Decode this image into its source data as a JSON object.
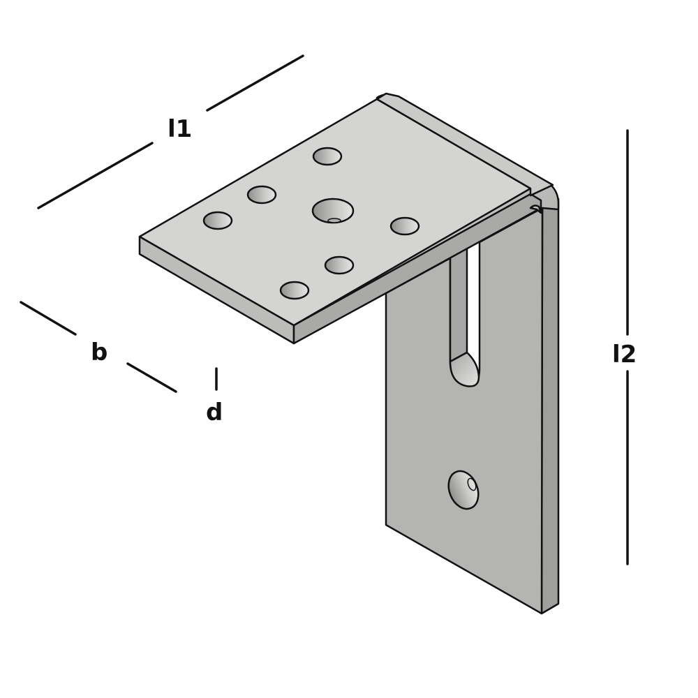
{
  "diagram": {
    "title": "Angle bracket dimension drawing",
    "type": "isometric technical drawing",
    "colors": {
      "background": "#ffffff",
      "top_face": "#d4d5d3",
      "front_edge_face": "#bcbdbb",
      "vertical_face": "#b4b5b3",
      "side_edge_face": "#9fa09e",
      "outline": "#111111"
    },
    "dimensions": {
      "l1": {
        "label": "l1",
        "meaning": "length of horizontal leg"
      },
      "l2": {
        "label": "l2",
        "meaning": "length of vertical leg"
      },
      "b": {
        "label": "b",
        "meaning": "width of bracket"
      },
      "d": {
        "label": "d",
        "meaning": "material thickness"
      }
    },
    "features": {
      "horizontal_leg_holes": 7,
      "horizontal_leg_large_hole": 1,
      "vertical_leg_slots": 1,
      "vertical_leg_holes": 1
    }
  }
}
